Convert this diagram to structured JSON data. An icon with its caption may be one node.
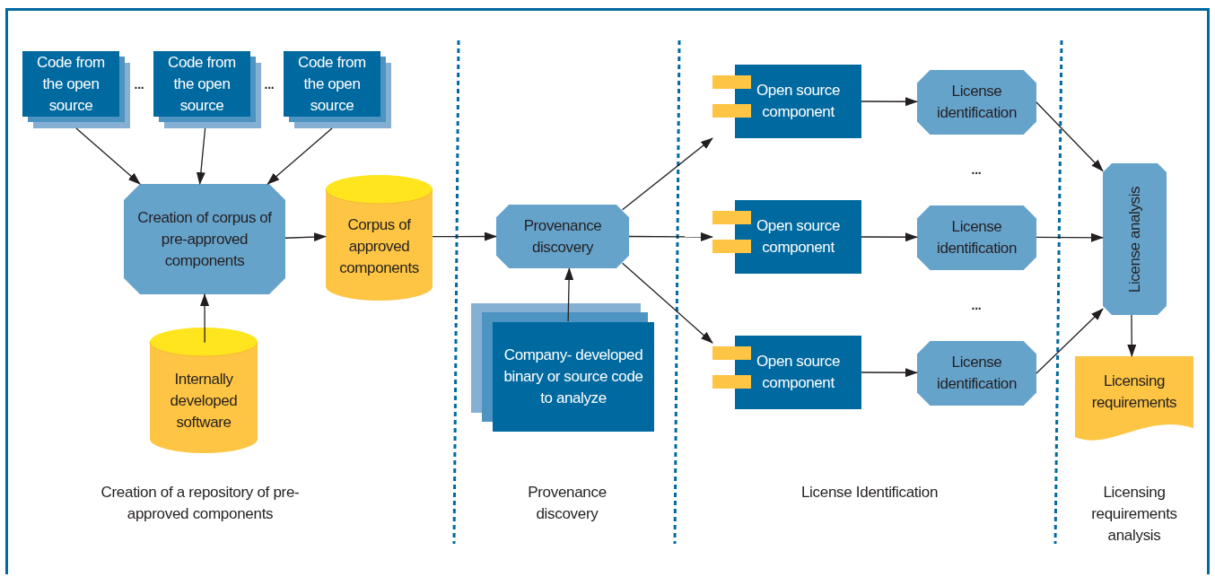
{
  "diagram": {
    "nodes": [
      {
        "text": [
          "Code from the open source"
        ]
      },
      {
        "text": [
          "Code from the open source"
        ]
      },
      {
        "text": [
          "Code from the open source"
        ]
      },
      {
        "text": [
          "Creation of corpus of pre-approved components"
        ]
      },
      {
        "text": [
          "Corpus of approved components"
        ]
      },
      {
        "text": [
          "Internally developed software"
        ]
      },
      {
        "text": [
          "Provenance discovery"
        ]
      },
      {
        "text": [
          "Company- developed binary or source code to analyze"
        ]
      },
      {
        "text": [
          "Open source component"
        ]
      },
      {
        "text": [
          "Open source component"
        ]
      },
      {
        "text": [
          "Open source component"
        ]
      },
      {
        "text": [
          "License identification"
        ]
      },
      {
        "text": [
          "License identification"
        ]
      },
      {
        "text": [
          "License identification"
        ]
      },
      {
        "text": [
          "License analysis"
        ]
      },
      {
        "text": [
          "Licensing requirements"
        ]
      }
    ],
    "edges": [
      {
        "from": 0,
        "to": 3,
        "arrow": "to"
      },
      {
        "from": 1,
        "to": 3,
        "arrow": "to"
      },
      {
        "from": 2,
        "to": 3,
        "arrow": "to"
      },
      {
        "from": 5,
        "to": 3,
        "arrow": "to"
      },
      {
        "from": 3,
        "to": 4,
        "arrow": "to"
      },
      {
        "from": 4,
        "to": 6,
        "arrow": "to"
      },
      {
        "from": 7,
        "to": 6,
        "arrow": "to"
      },
      {
        "from": 6,
        "to": 8,
        "arrow": "to"
      },
      {
        "from": 6,
        "to": 9,
        "arrow": "to"
      },
      {
        "from": 6,
        "to": 10,
        "arrow": "to"
      },
      {
        "from": 8,
        "to": 11,
        "arrow": "to"
      },
      {
        "from": 9,
        "to": 12,
        "arrow": "to"
      },
      {
        "from": 10,
        "to": 13,
        "arrow": "to"
      },
      {
        "from": 11,
        "to": 14,
        "arrow": "to"
      },
      {
        "from": 12,
        "to": 14,
        "arrow": "to"
      },
      {
        "from": 13,
        "to": 14,
        "arrow": "to"
      },
      {
        "from": 14,
        "to": 15,
        "arrow": "to"
      }
    ],
    "labels": [
      "...",
      "...",
      "...",
      "...",
      "Creation of a repository of pre-approved components",
      "Provenance discovery",
      "License Identification",
      "Licensing requirements analysis"
    ]
  }
}
